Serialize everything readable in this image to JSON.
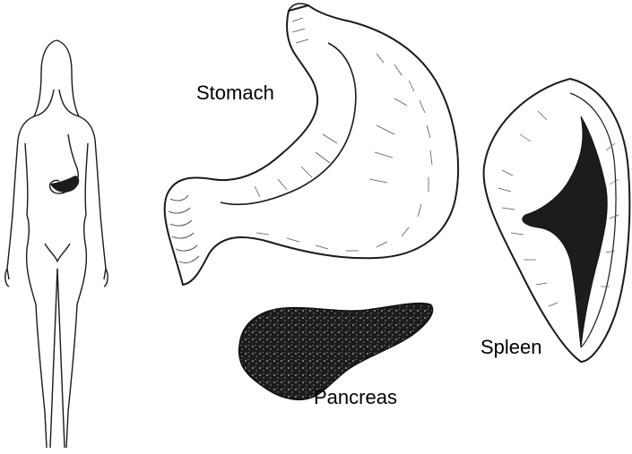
{
  "labels": {
    "stomach": "Stomach",
    "pancreas": "Pancreas",
    "spleen": "Spleen"
  },
  "colors": {
    "line": "#1a1a1a",
    "organ_fill": "#ffffff",
    "pancreas_fill": "#1c1c1c",
    "background": "#ffffff"
  }
}
